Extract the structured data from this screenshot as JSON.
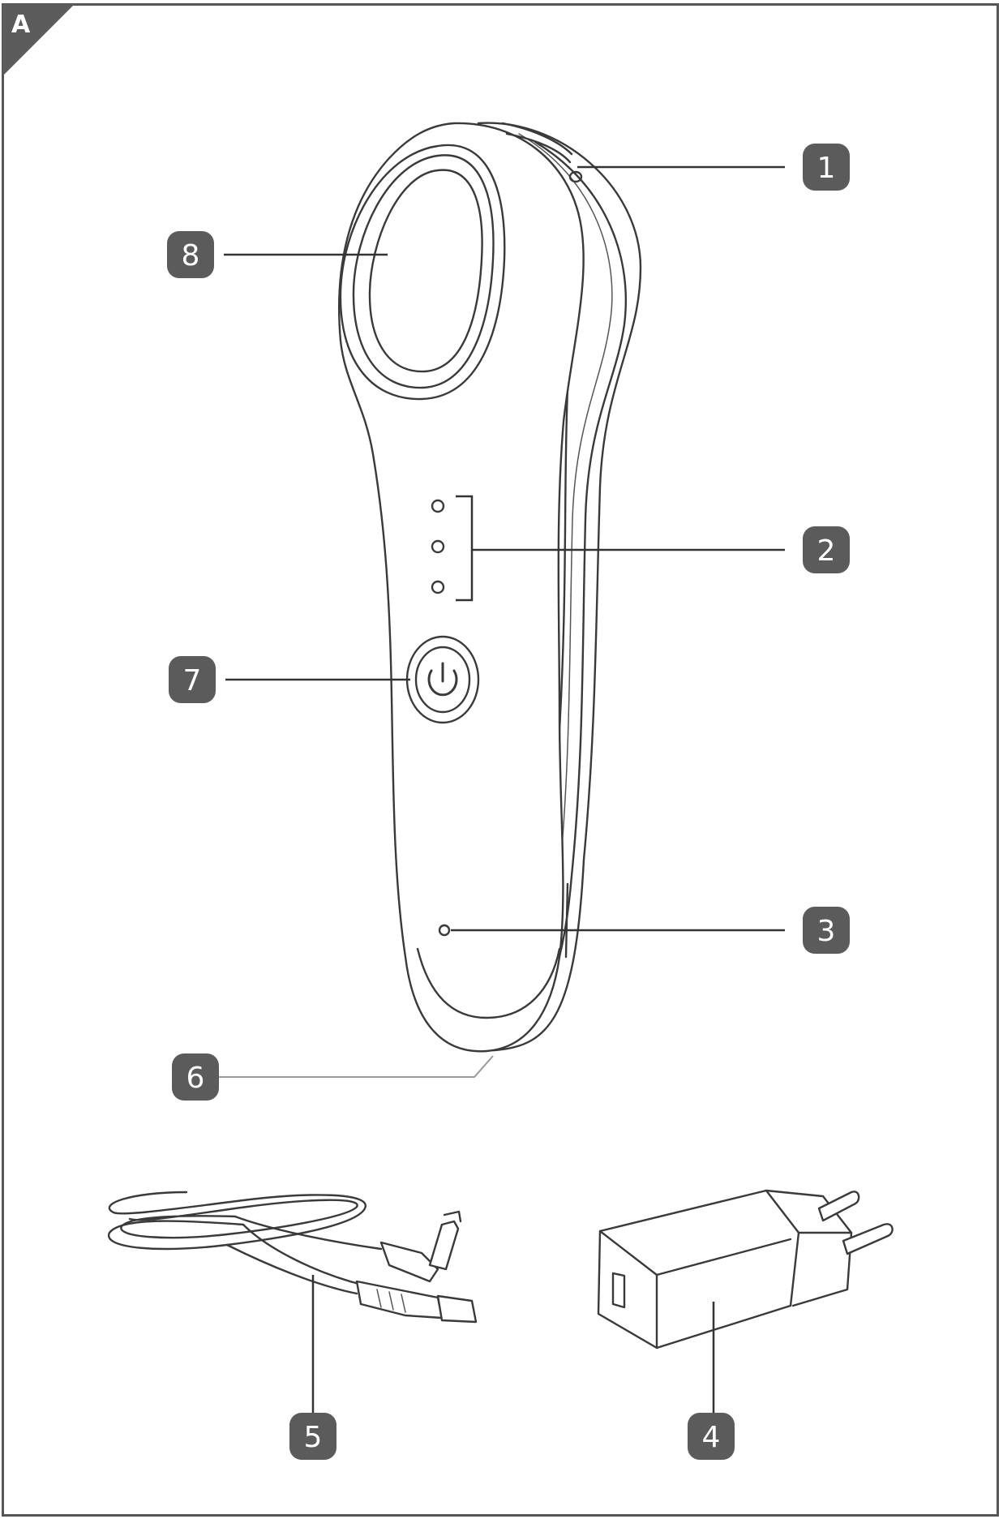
{
  "figure": {
    "panel_label": "A"
  },
  "callouts": {
    "c1": "1",
    "c2": "2",
    "c3": "3",
    "c4": "4",
    "c5": "5",
    "c6": "6",
    "c7": "7",
    "c8": "8"
  },
  "colors": {
    "badge": "#5b5b5b",
    "line": "#333333",
    "frame": "#555555"
  }
}
